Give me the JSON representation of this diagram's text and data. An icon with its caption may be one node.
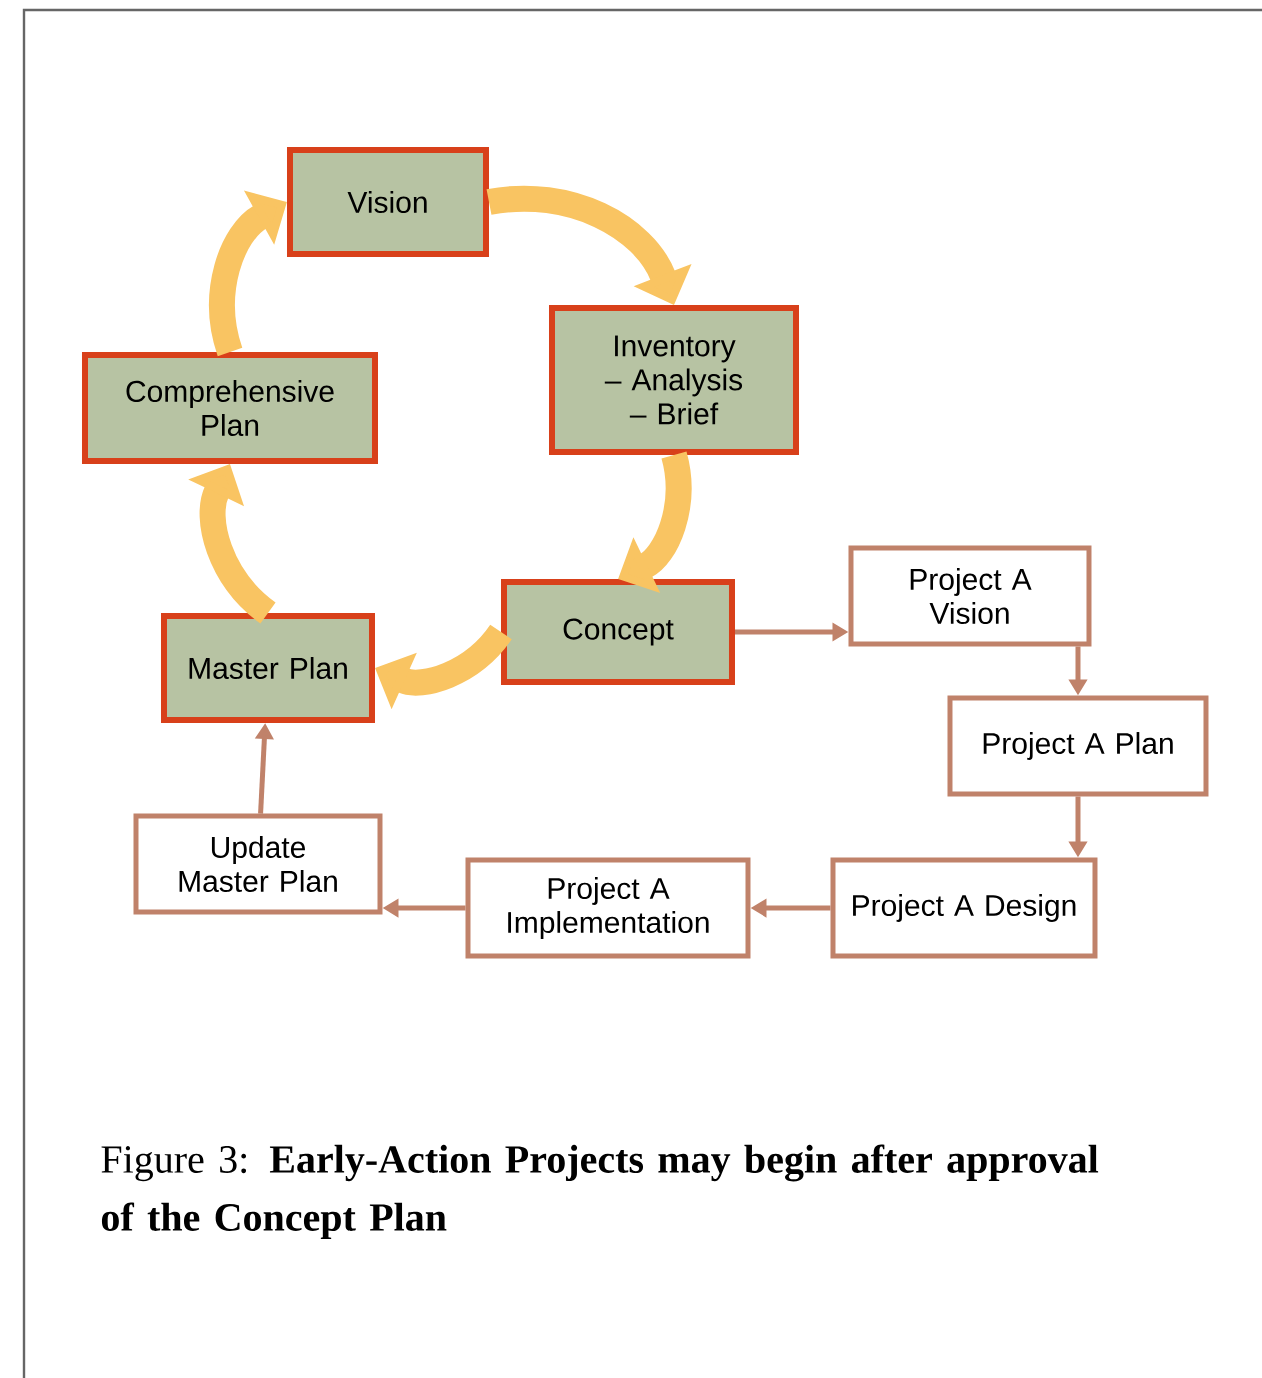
{
  "diagram": {
    "caption": "Figure 3:  **Early-Action Projects may begin after approval of the Concept Plan**",
    "nodes": [
      {
        "text": [
          "Vision"
        ]
      },
      {
        "text": [
          "Inventory – Analysis – Brief"
        ]
      },
      {
        "text": [
          "Concept"
        ]
      },
      {
        "text": [
          "Master Plan"
        ]
      },
      {
        "text": [
          "Comprehensive Plan"
        ]
      },
      {
        "text": [
          "Project A Vision"
        ]
      },
      {
        "text": [
          "Project A Plan"
        ]
      },
      {
        "text": [
          "Project A Design"
        ]
      },
      {
        "text": [
          "Project A Implementation"
        ]
      },
      {
        "text": [
          "Update Master Plan"
        ]
      }
    ],
    "edges": [
      {
        "from": 0,
        "to": 1,
        "arrow": "to",
        "style": "thick",
        "color": "#f9c462"
      },
      {
        "from": 1,
        "to": 2,
        "arrow": "to",
        "style": "thick",
        "color": "#f9c462"
      },
      {
        "from": 2,
        "to": 3,
        "arrow": "to",
        "style": "thick",
        "color": "#f9c462"
      },
      {
        "from": 3,
        "to": 4,
        "arrow": "to",
        "style": "thick",
        "color": "#f9c462"
      },
      {
        "from": 4,
        "to": 0,
        "arrow": "to",
        "style": "thick",
        "color": "#f9c462"
      },
      {
        "from": 2,
        "to": 5,
        "arrow": "to"
      },
      {
        "from": 5,
        "to": 6,
        "arrow": "to"
      },
      {
        "from": 6,
        "to": 7,
        "arrow": "to"
      },
      {
        "from": 7,
        "to": 8,
        "arrow": "to"
      },
      {
        "from": 8,
        "to": 9,
        "arrow": "to"
      },
      {
        "from": 9,
        "to": 3,
        "arrow": "to"
      }
    ]
  }
}
